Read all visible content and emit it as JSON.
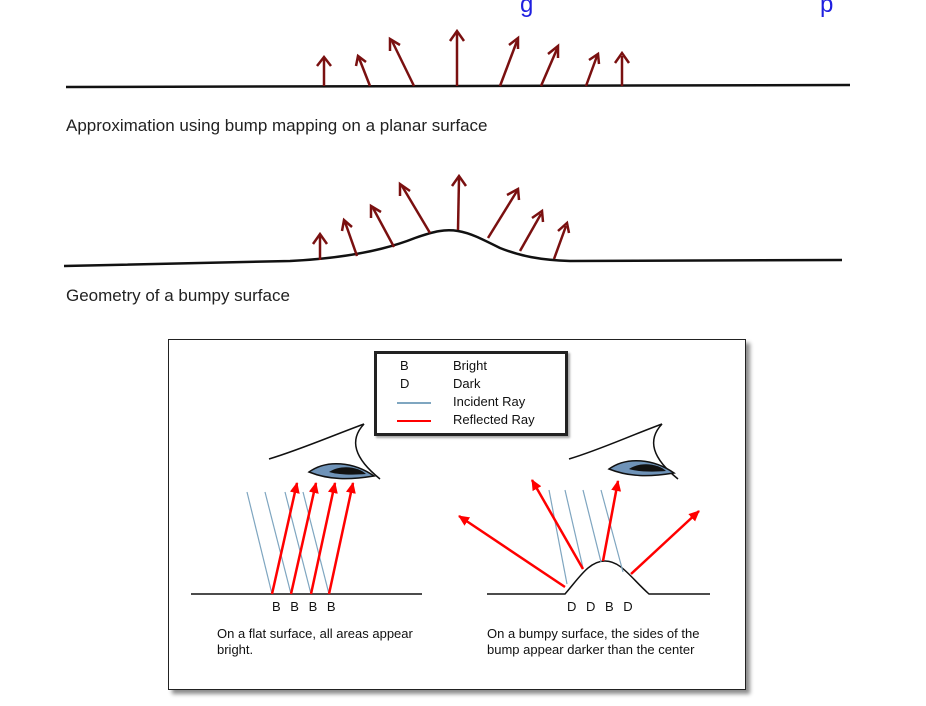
{
  "header": {
    "fragment_1": "g",
    "fragment_2": "p"
  },
  "captions": {
    "bump_mapping": "Approximation using bump mapping on a planar surface",
    "geometry": "Geometry of a bumpy surface"
  },
  "legend": {
    "entries": [
      {
        "key": "B",
        "label": "Bright"
      },
      {
        "key": "D",
        "label": "Dark"
      },
      {
        "key": "",
        "label": "Incident Ray",
        "line_color": "#7fa6c0"
      },
      {
        "key": "",
        "label": "Reflected Ray",
        "line_color": "#ff0000"
      }
    ]
  },
  "flat_example": {
    "brightness_letters": "B B B B",
    "description": "On a flat surface, all areas appear bright."
  },
  "bumpy_example": {
    "brightness_letters": "D D B D",
    "description": "On a bumpy surface, the sides of the bump appear darker than the center"
  },
  "colors": {
    "normal_arrow": "#7a1010",
    "reflected_ray": "#ff0000",
    "incident_ray": "#7fa6c0",
    "header_text": "#1f1fe0",
    "eye_iris": "#6f93b8"
  }
}
